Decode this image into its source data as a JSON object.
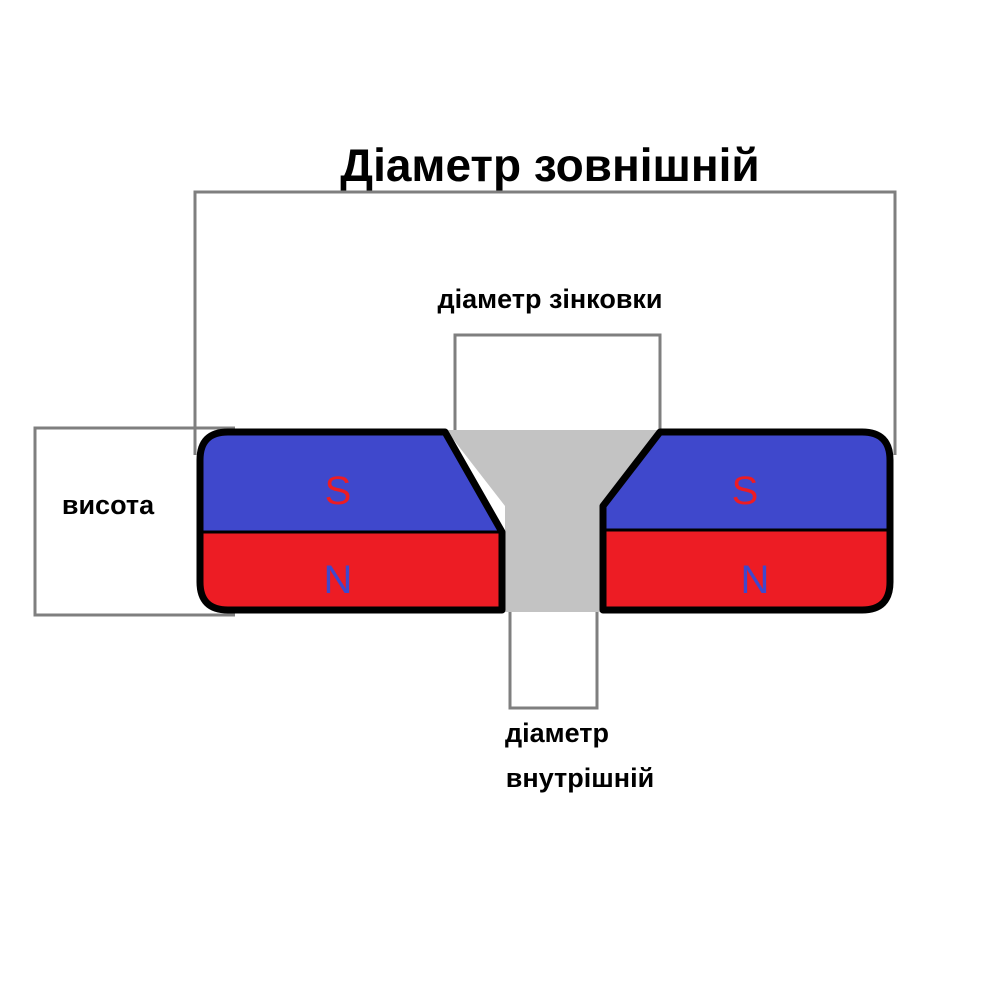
{
  "labels": {
    "outer_diameter": "Діаметр зовнішній",
    "countersink_diameter": "діаметр зінковки",
    "height": "висота",
    "inner_diameter_line1": "діаметр",
    "inner_diameter_line2": "внутрішній"
  },
  "poles": {
    "south": "S",
    "north": "N"
  },
  "colors": {
    "south_fill": "#3f48cc",
    "north_fill": "#ed1c24",
    "south_letter": "#ed1c24",
    "north_letter": "#3f48cc",
    "hole_fill": "#c3c3c3",
    "dimension_line": "#7f7f7f",
    "outline": "#000000"
  }
}
